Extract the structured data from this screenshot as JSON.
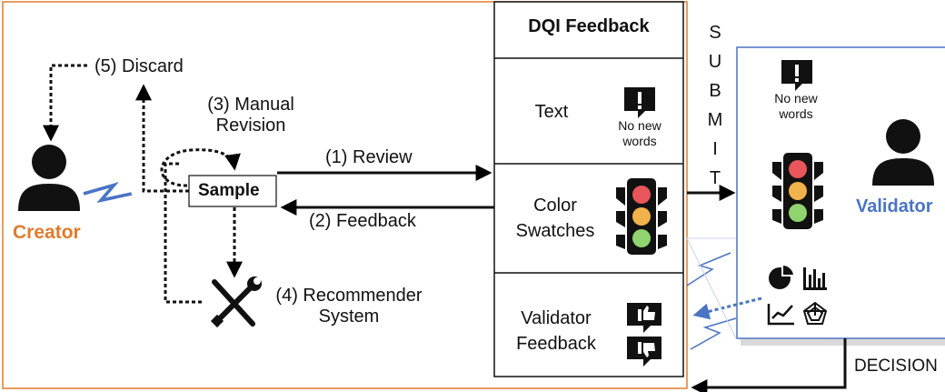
{
  "creator": {
    "label": "Creator",
    "color": "#e07b2c"
  },
  "validator": {
    "label": "Validator",
    "color": "#4a74c4"
  },
  "sample": {
    "label": "Sample"
  },
  "steps": {
    "discard": "(5) Discard",
    "manual_revision": [
      "(3) Manual",
      "Revision"
    ],
    "review": "(1) Review",
    "feedback": "(2) Feedback",
    "recommender": [
      "(4) Recommender",
      "System"
    ]
  },
  "dqi": {
    "title": "DQI Feedback",
    "rows": [
      {
        "label": [
          "Text"
        ],
        "icon": "exclamation-bubble-icon",
        "caption": [
          "No new",
          "words"
        ]
      },
      {
        "label": [
          "Color",
          "Swatches"
        ],
        "icon": "traffic-light-icon"
      },
      {
        "label": [
          "Validator",
          "Feedback"
        ],
        "icon": "thumbs-up-down-icon"
      }
    ]
  },
  "submit": [
    "S",
    "U",
    "B",
    "M",
    "I",
    "T"
  ],
  "validator_panel": {
    "caption": [
      "No new",
      "words"
    ],
    "icons": [
      "exclamation-bubble-icon",
      "traffic-light-icon",
      "pie-chart-icon",
      "bar-chart-icon",
      "line-chart-icon",
      "radar-chart-icon"
    ]
  },
  "decision": "DECISION",
  "colors": {
    "border_orange": "#e07b2c",
    "border_blue": "#4a74c4",
    "light_red": "#e8555a",
    "light_yellow": "#f0b24a",
    "light_green": "#8fd46f"
  }
}
